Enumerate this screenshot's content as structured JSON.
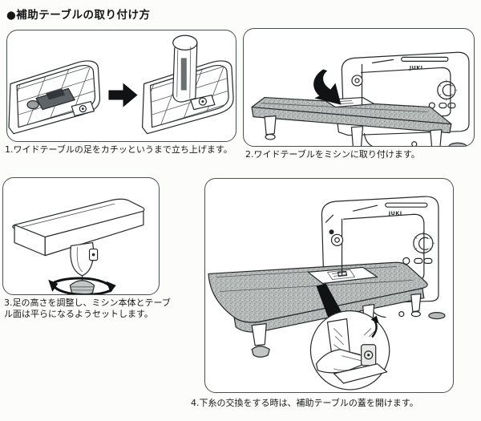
{
  "page": {
    "title": "●補助テーブルの取り付け方"
  },
  "brand": "JUKI",
  "steps": [
    {
      "caption": "1.ワイドテーブルの足をカチッというまで立ち上げます。"
    },
    {
      "caption": "2.ワイドテーブルをミシンに取り付けます。"
    },
    {
      "caption": "3.足の高さを調整し、ミシン本体とテーブル面は平らになるようセットします。"
    },
    {
      "caption": "4.下糸の交換をする時は、補助テーブルの蓋を開けます。"
    }
  ],
  "colors": {
    "ink": "#26282a",
    "panel_border": "#4a4f52",
    "table_gray": "#b5bab8",
    "background": "#fcfcfa"
  }
}
